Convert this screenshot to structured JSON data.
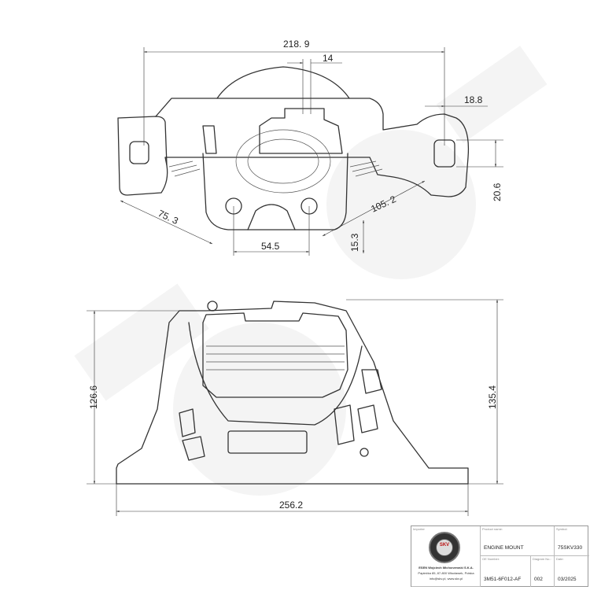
{
  "dimensions": {
    "top_view": {
      "width_overall": "218. 9",
      "offset_small": "14",
      "right_offset": "18.8",
      "hole_height": "20.6",
      "left_diag": "75. 3",
      "right_diag": "105. 2",
      "hole_spacing": "54.5",
      "depth": "15.3"
    },
    "front_view": {
      "height_left": "126.6",
      "height_right": "135.4",
      "base_width": "256.2"
    }
  },
  "title_block": {
    "importer_label": "Importer",
    "company_name": "ESEN Wojciech Michorzewski S.K.A.",
    "company_address": "Papieżka 85, 87-800 Włocławek, Polska",
    "company_contact": "info@skv.pl, www.skv.pl",
    "logo_text": "SKV",
    "product_name_label": "Product name:",
    "product_name": "ENGINE MOUNT",
    "symbol_label": "Symbol:",
    "symbol": "75SKV330",
    "oe_number_label": "OE Number:",
    "oe_number": "3M51-6F012-AF",
    "diagram_no_label": "Diagram No.:",
    "diagram_no": "002",
    "date_label": "Date:",
    "date": "03/2025"
  }
}
